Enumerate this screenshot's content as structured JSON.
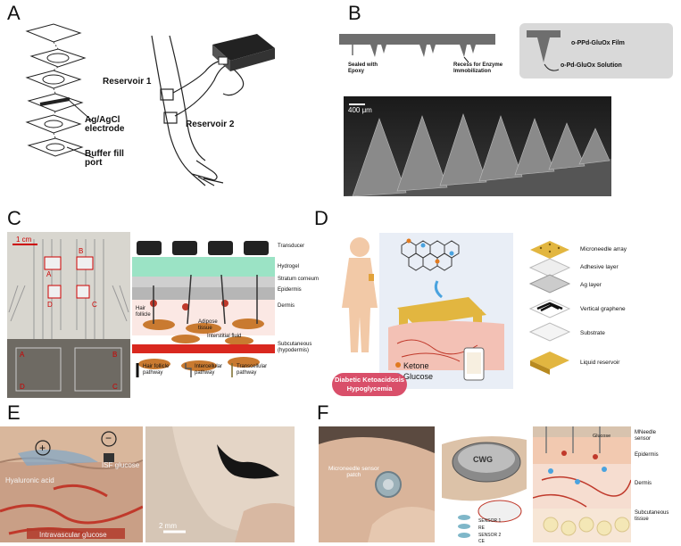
{
  "panels": {
    "a": {
      "letter": "A",
      "electrode_label": "Ag/AgCl\nelectrode",
      "buffer_label": "Buffer fill\nport",
      "reservoir1": "Reservoir 1",
      "reservoir2": "Reservoir 2"
    },
    "b": {
      "letter": "B",
      "sealed": "Sealed with\nEpoxy",
      "recess": "Recess for Enzyme\nImmobilization",
      "film": "o-PPd-GluOx Film",
      "solution": "o-Pd-GluOx Solution",
      "scale": "400 μm"
    },
    "c": {
      "letter": "C",
      "scale": "1 cm",
      "layers": [
        "Transducer",
        "Hydrogel",
        "Stratum corneum",
        "Epidermis",
        "Dermis",
        "Subcutaneous\n(hypodermis)"
      ],
      "hair_follicle": "Hair\nfollicle",
      "adipose": "Adipose\ntissue",
      "interstitial": "Interstitial fluid",
      "legend": [
        "Hair follicle\npathway",
        "Intercellular\npathway",
        "Transcellular\npathway"
      ]
    },
    "d": {
      "letter": "D",
      "ketone": "Ketone",
      "glucose": "Glucose",
      "condition": "Diabetic Ketoacidosis\nHypoglycemia",
      "layers": [
        "Microneedle array",
        "Adhesive layer",
        "Ag layer",
        "Vertical graphene",
        "Substrate",
        "Liquid reservoir"
      ]
    },
    "e": {
      "letter": "E",
      "hyaluronic": "Hyaluronic acid",
      "isf": "ISF glucose",
      "intravascular": "Intravascular glucose",
      "scale": "2 mm",
      "plus": "+",
      "minus": "−"
    },
    "f": {
      "letter": "F",
      "patch": "Microneedle sensor\npatch",
      "device": "CWG",
      "layers": [
        "MNeedle\nsensor",
        "Epidermis",
        "Dermis",
        "Subcutaneous\ntissue"
      ],
      "glucose": "Glucose",
      "sensors": [
        "SENSOR 1",
        "RE",
        "SENSOR 2",
        "CE"
      ]
    }
  },
  "colors": {
    "panel_d_bg": "#e9eef6",
    "graphene": "#1a1a1a",
    "skin_red": "#c0392b",
    "blue_bubble": "#4aa3df"
  }
}
